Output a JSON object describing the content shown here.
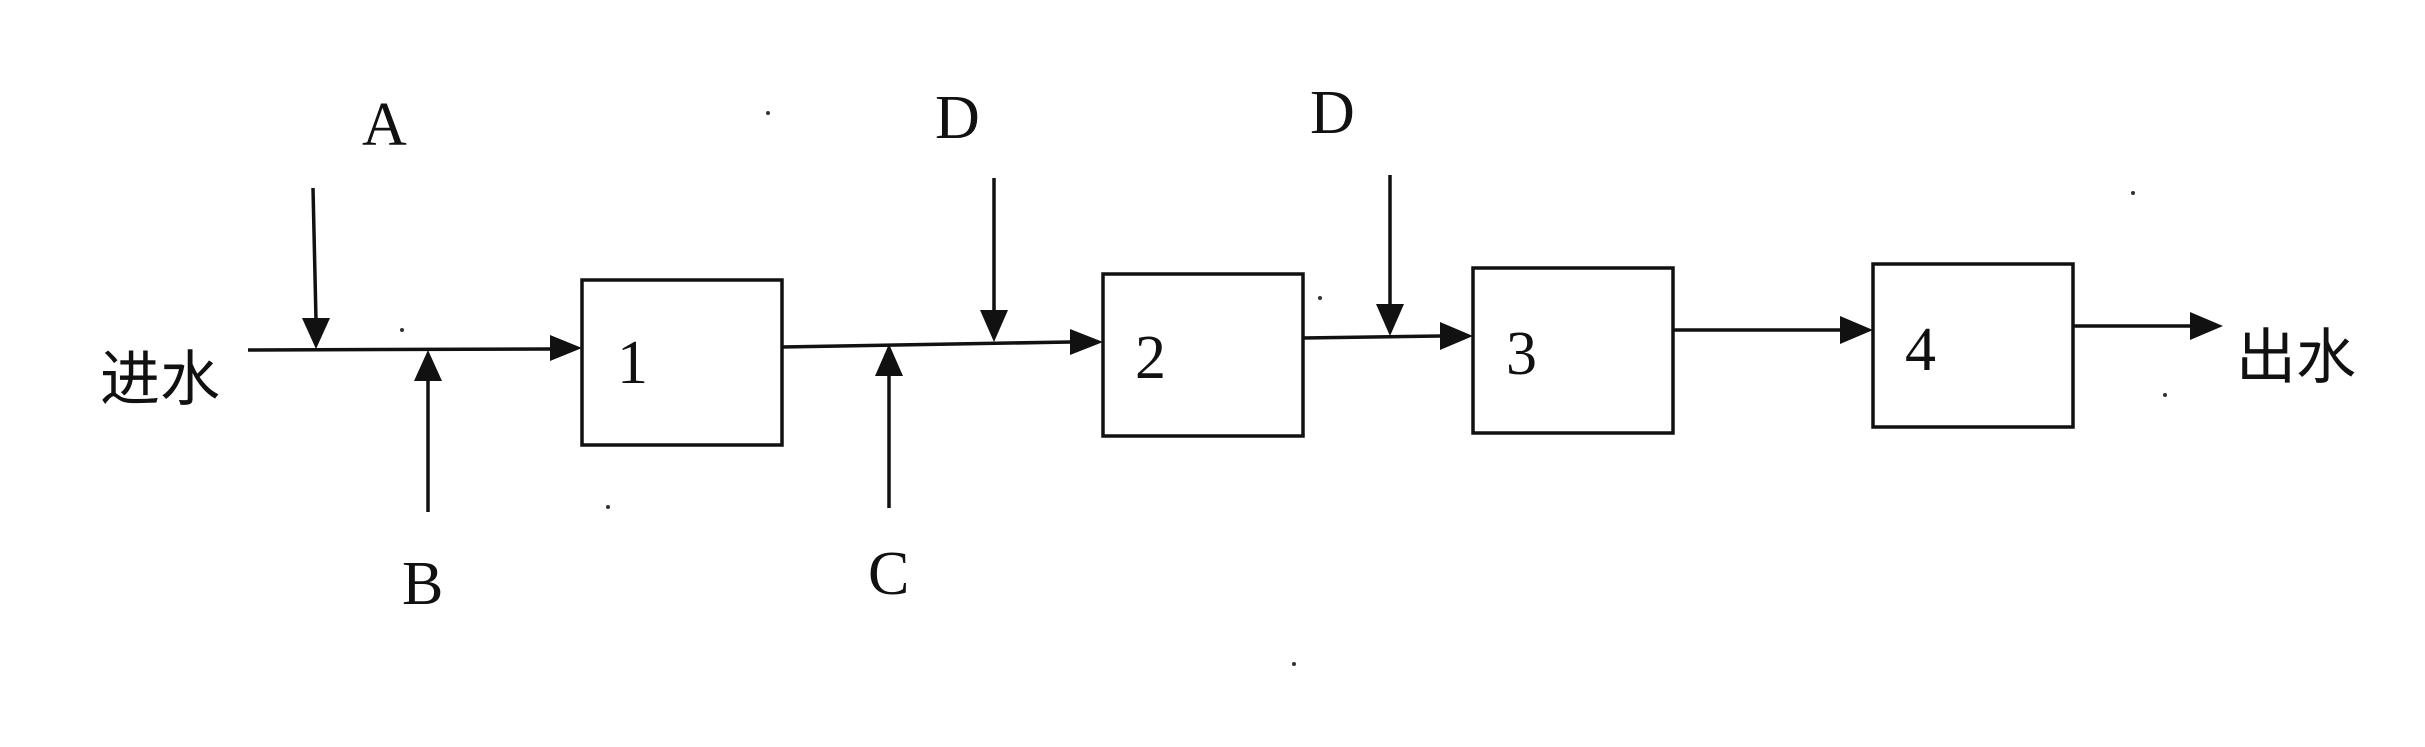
{
  "inlet": "进水",
  "outlet": "出水",
  "units": [
    "1",
    "2",
    "3",
    "4"
  ],
  "dosing": {
    "a": "A",
    "b": "B",
    "c": "C",
    "d1": "D",
    "d2": "D"
  }
}
